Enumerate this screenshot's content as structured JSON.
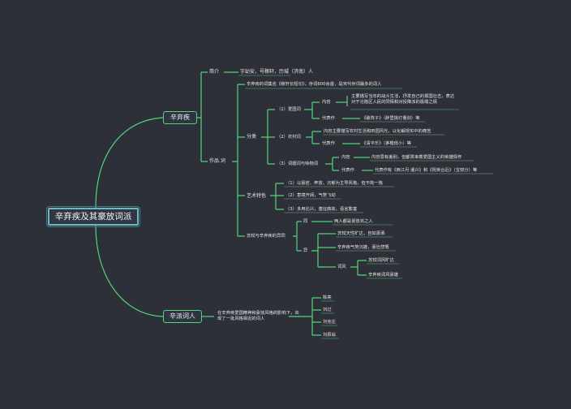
{
  "root": "辛弃疾及其豪放词派",
  "xinqiji": {
    "label": "辛弃疾",
    "intro": {
      "label": "简介",
      "text": "字幼安，号稼轩，历城（济南）人"
    },
    "works": {
      "label": "作品.词",
      "summary": "辛弃疾的词集名《稼轩长短句》，存词600余首，是宋代存词最多的词人",
      "category": {
        "label": "分类",
        "c1": {
          "label": "（1）爱国词",
          "content_label": "内容",
          "content": "主要描写当年的战斗生活，抒发自己的报国壮志，表达对于沦陷区人民的同情和对投降派的极端之情",
          "rep_label": "代表作",
          "rep": "《破阵子》（醉里挑灯看剑）等"
        },
        "c2": {
          "label": "（2）农村词",
          "content": "内容主要描写农村生活和田园风光，以化解现实中的痛苦",
          "rep_label": "代表作",
          "rep": "《清平乐》（茅檐低小）等"
        },
        "c3": {
          "label": "（3）词题词与咏物词",
          "content_label": "内容",
          "content": "内容思有差别，但都贯串着爱国主义的英雄情怀",
          "rep_label": "代表作",
          "rep": "代表作有《西江月·遣兴》和《祝英台近》（宝钗分）等"
        }
      },
      "art": {
        "label": "艺术特色",
        "a1": "（1）以豪宕、奔放、沉郁为主导风格，但不拘一格",
        "a2": "（2）意境开阔，气势飞动",
        "a3": "（3）多用比兴，善征典故，语言繁富"
      },
      "compare": {
        "label": "苏轼与辛弃疾的异同",
        "same_label": "同",
        "same": "两人都是豪放派之人",
        "diff_label": "异",
        "d1": "苏轼天性旷达，自如潇洒",
        "d2": "辛弃疾气势沉雄，豪壮悲慨",
        "style_label": "词风",
        "s1": "苏轼词风旷达",
        "s2": "辛弃疾词风豪雄"
      }
    }
  },
  "xinpai": {
    "label": "辛派词人",
    "desc": "在辛弃疾爱国精神和豪放风格的影响下，出现了一批风格相近的词人",
    "members": [
      "陈亮",
      "刘过",
      "刘克庄",
      "刘辰翁"
    ]
  },
  "colors": {
    "background": "#2d3038",
    "line": "#55d27a",
    "root_border": "#6fb6c2",
    "text": "#e8e8e8"
  }
}
